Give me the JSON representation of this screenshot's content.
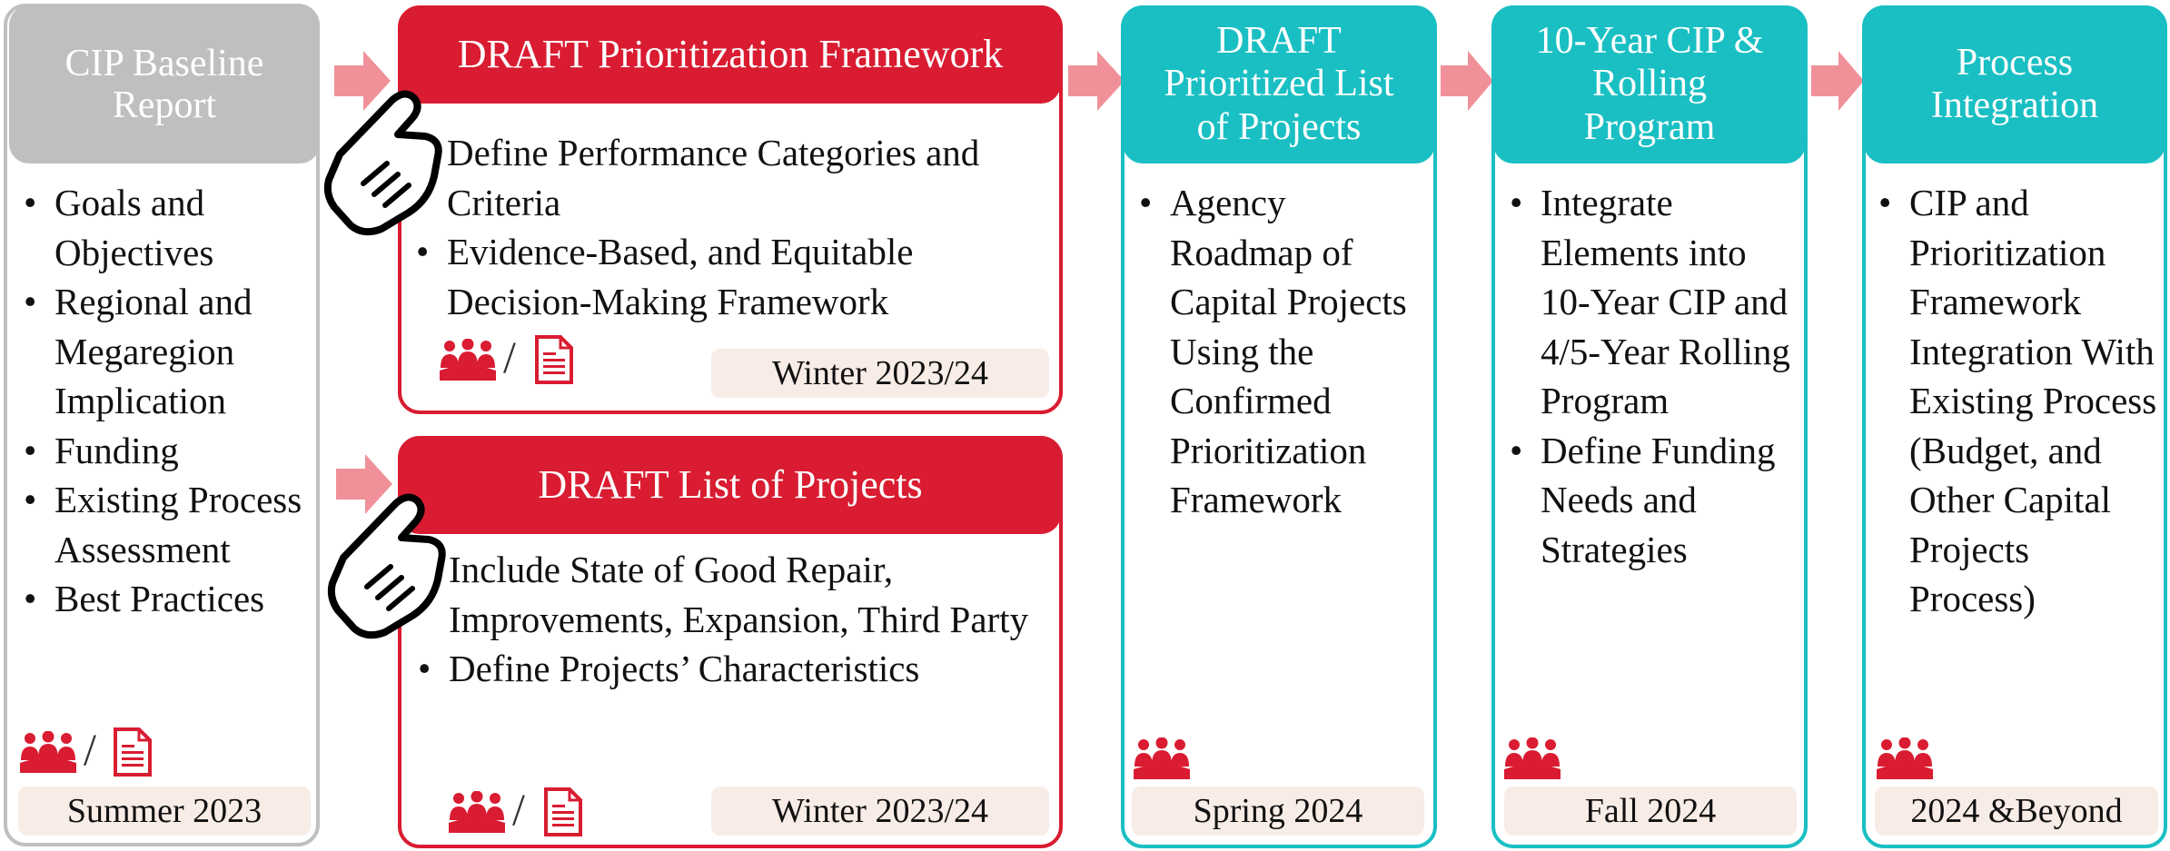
{
  "colors": {
    "gray": "#bfbfbf",
    "red": "#d91c31",
    "teal": "#19bfc3",
    "arrow": "#f0919a",
    "date_bg": "#f8ece6"
  },
  "cards": {
    "baseline": {
      "header": [
        "CIP Baseline",
        "Report"
      ],
      "bullets": [
        "Goals and Objectives",
        "Regional and Megaregion Implication",
        "Funding",
        "Existing Process Assessment",
        "Best Practices"
      ],
      "date": "Summer 2023"
    },
    "framework": {
      "header": "DRAFT Prioritization Framework",
      "bullets": [
        "Define Performance Categories and Criteria",
        "Evidence-Based, and Equitable Decision-Making Framework"
      ],
      "date": "Winter 2023/24"
    },
    "projects": {
      "header": "DRAFT List of Projects",
      "bullets": [
        "Include State of Good Repair, Improvements, Expansion, Third Party",
        "Define Projects’ Characteristics"
      ],
      "date": "Winter 2023/24"
    },
    "prioritized": {
      "header": [
        "DRAFT",
        "Prioritized List",
        "of Projects"
      ],
      "bullets": [
        "Agency Roadmap of Capital Projects Using the Confirmed Prioritization Framework"
      ],
      "date": "Spring 2024"
    },
    "cip10": {
      "header": [
        "10-Year CIP &",
        "Rolling",
        "Program"
      ],
      "bullets": [
        "Integrate Elements into 10-Year CIP and 4/5-Year Rolling Program",
        "Define Funding Needs and Strategies"
      ],
      "date": "Fall 2024"
    },
    "integration": {
      "header": [
        "Process",
        "Integration"
      ],
      "bullets": [
        "CIP and Prioritization Framework Integration With Existing Process (Budget, and Other Capital Projects Process)"
      ],
      "date": "2024 &Beyond"
    }
  },
  "separator": "/",
  "icons": {
    "stakeholders": "people-group-icon",
    "document": "document-icon",
    "pointer": "hand-pointer-icon",
    "arrow": "right-arrow-icon"
  }
}
